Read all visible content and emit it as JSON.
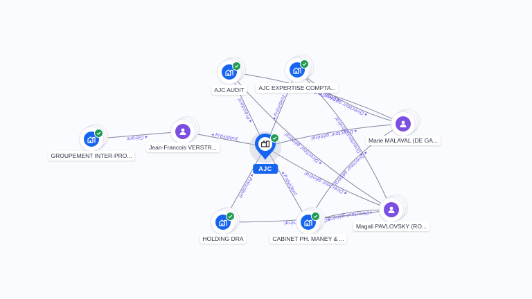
{
  "graph": {
    "center": {
      "id": "ajc",
      "label": "AJC",
      "type": "company",
      "verified": true
    },
    "nodes": [
      {
        "id": "ajc-audit",
        "label": "AJC AUDIT",
        "type": "company",
        "verified": true
      },
      {
        "id": "ajc-expertise",
        "label": "AJC EXPERTISE COMPTA...",
        "type": "company",
        "verified": true
      },
      {
        "id": "groupement",
        "label": "GROUPEMENT INTER-PRO...",
        "type": "company",
        "verified": true
      },
      {
        "id": "jean-francois",
        "label": "Jean-Francois VERSTR...",
        "type": "person",
        "verified": false
      },
      {
        "id": "marie",
        "label": "Marie MALAVAL (DE GA...",
        "type": "person",
        "verified": false
      },
      {
        "id": "magali",
        "label": "Magali PAVLOVSKY (RO...",
        "type": "person",
        "verified": false
      },
      {
        "id": "holding-dra",
        "label": "HOLDING DRA",
        "type": "company",
        "verified": true
      },
      {
        "id": "cabinet",
        "label": "CABINET PH. MANEY & ...",
        "type": "company",
        "verified": true
      }
    ],
    "edges": [
      {
        "from": "ajc",
        "to": "ajc-audit",
        "label": "Président"
      },
      {
        "from": "ajc",
        "to": "ajc-expertise",
        "label": "Président"
      },
      {
        "from": "jean-francois",
        "to": "ajc",
        "label": "Président"
      },
      {
        "from": "jean-francois",
        "to": "groupement",
        "label": "Gérant"
      },
      {
        "from": "ajc",
        "to": "holding-dra",
        "label": "Président"
      },
      {
        "from": "ajc",
        "to": "cabinet",
        "label": "Président"
      },
      {
        "from": "marie",
        "to": "ajc",
        "label": "Directeur général"
      },
      {
        "from": "marie",
        "to": "ajc-audit",
        "label": "Directeur général"
      },
      {
        "from": "marie",
        "to": "ajc-expertise",
        "label": "Directeur général"
      },
      {
        "from": "marie",
        "to": "cabinet",
        "label": "Directeur général"
      },
      {
        "from": "magali",
        "to": "ajc",
        "label": "Directeur général"
      },
      {
        "from": "magali",
        "to": "ajc-audit",
        "label": "Directeur général"
      },
      {
        "from": "magali",
        "to": "ajc-expertise",
        "label": "Directeur général"
      },
      {
        "from": "magali",
        "to": "cabinet",
        "label": "Directeur général"
      },
      {
        "from": "magali",
        "to": "holding-dra",
        "label": "Directeur général"
      }
    ]
  },
  "colors": {
    "company": "#1665f0",
    "person": "#7c4fe0",
    "verified": "#1e9a52",
    "edge_label": "#6f5ef0",
    "background": "#fafbfe"
  }
}
